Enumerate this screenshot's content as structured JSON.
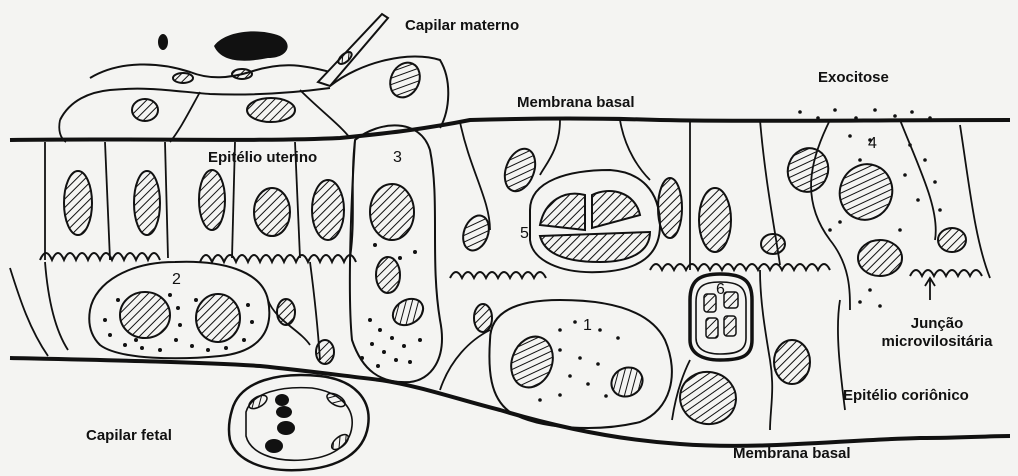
{
  "labels": {
    "capilar_materno": "Capilar materno",
    "exocitose": "Exocitose",
    "membrana_basal_top": "Membrana basal",
    "epitelio_uterino": "Epitélio uterino",
    "juncao_line1": "Junção",
    "juncao_line2": "microvilositária",
    "epitelio_corionico": "Epitélio coriônico",
    "capilar_fetal": "Capilar fetal",
    "membrana_basal_bottom": "Membrana basal"
  },
  "numbers": {
    "n1": "1",
    "n2": "2",
    "n3": "3",
    "n4": "4",
    "n5": "5",
    "n6": "6"
  },
  "colors": {
    "background": "#f4f4f2",
    "ink": "#111111"
  }
}
